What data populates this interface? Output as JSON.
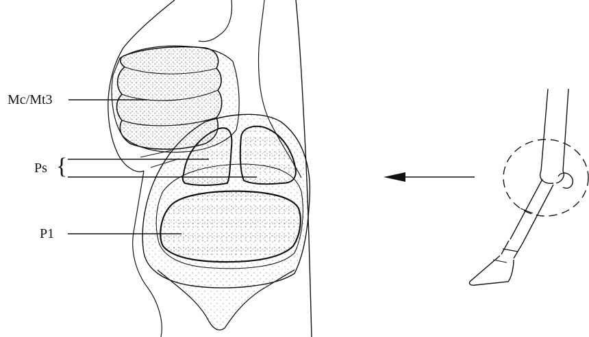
{
  "labels": {
    "mc_mt3": "Mc/Mt3",
    "ps": "Ps",
    "p1": "P1"
  },
  "colors": {
    "ink": "#111111",
    "stipple": "#333333",
    "background": "#ffffff"
  }
}
